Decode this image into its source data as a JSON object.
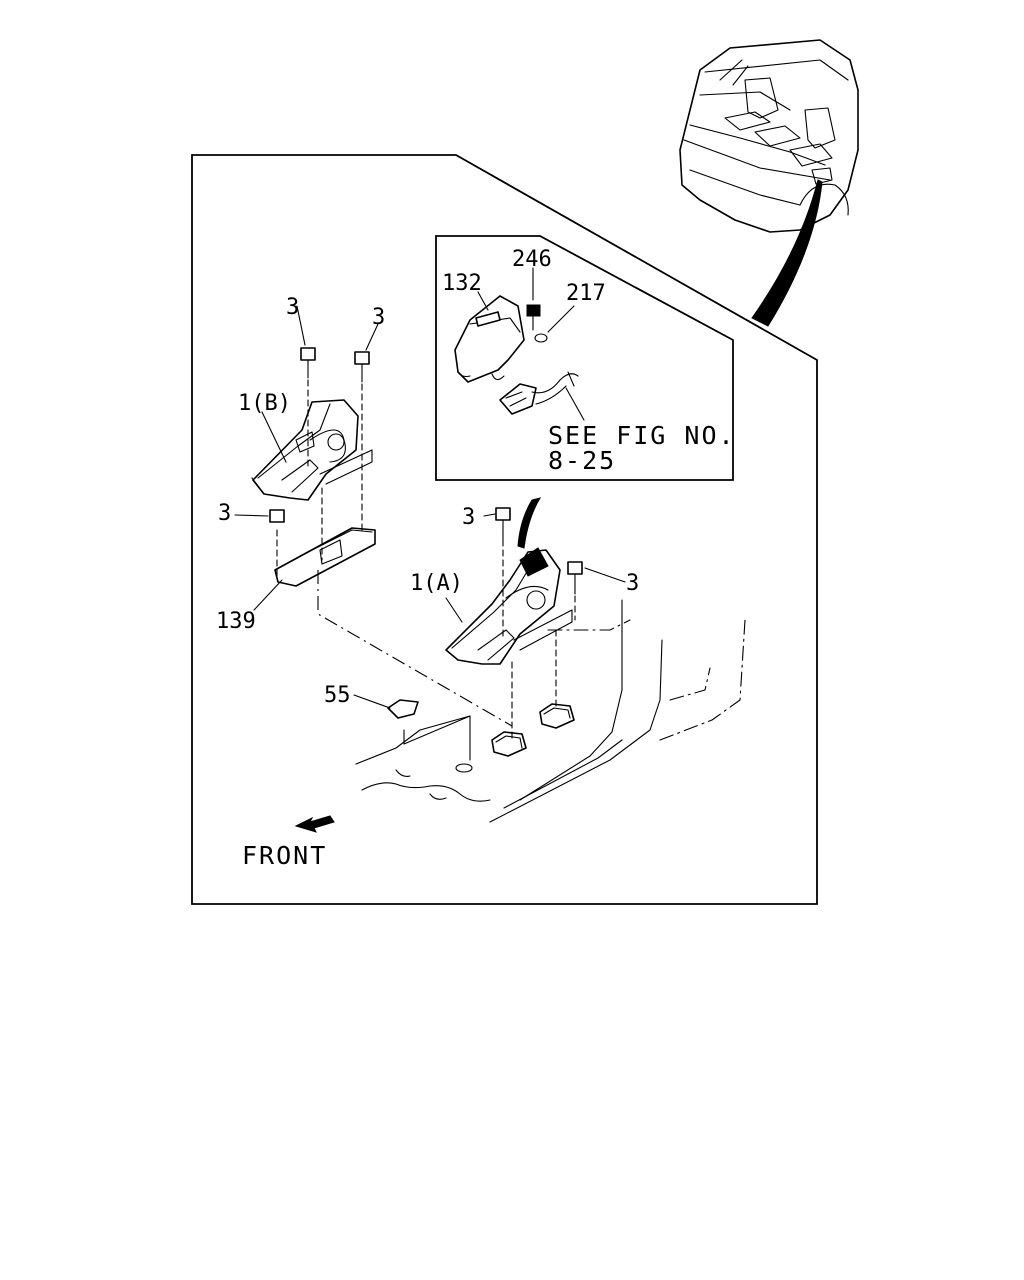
{
  "callouts": {
    "c3_bolt_b_left": "3",
    "c3_bolt_b_right": "3",
    "c1b": "1(B)",
    "c3_bracket_left": "3",
    "c139": "139",
    "c132": "132",
    "c246": "246",
    "c217": "217",
    "see_fig_line1": "SEE FIG NO.",
    "see_fig_line2": "8-25",
    "c3_bolt_a_left": "3",
    "c3_bolt_a_right": "3",
    "c1a": "1(A)",
    "c55": "55",
    "front": "FRONT"
  }
}
